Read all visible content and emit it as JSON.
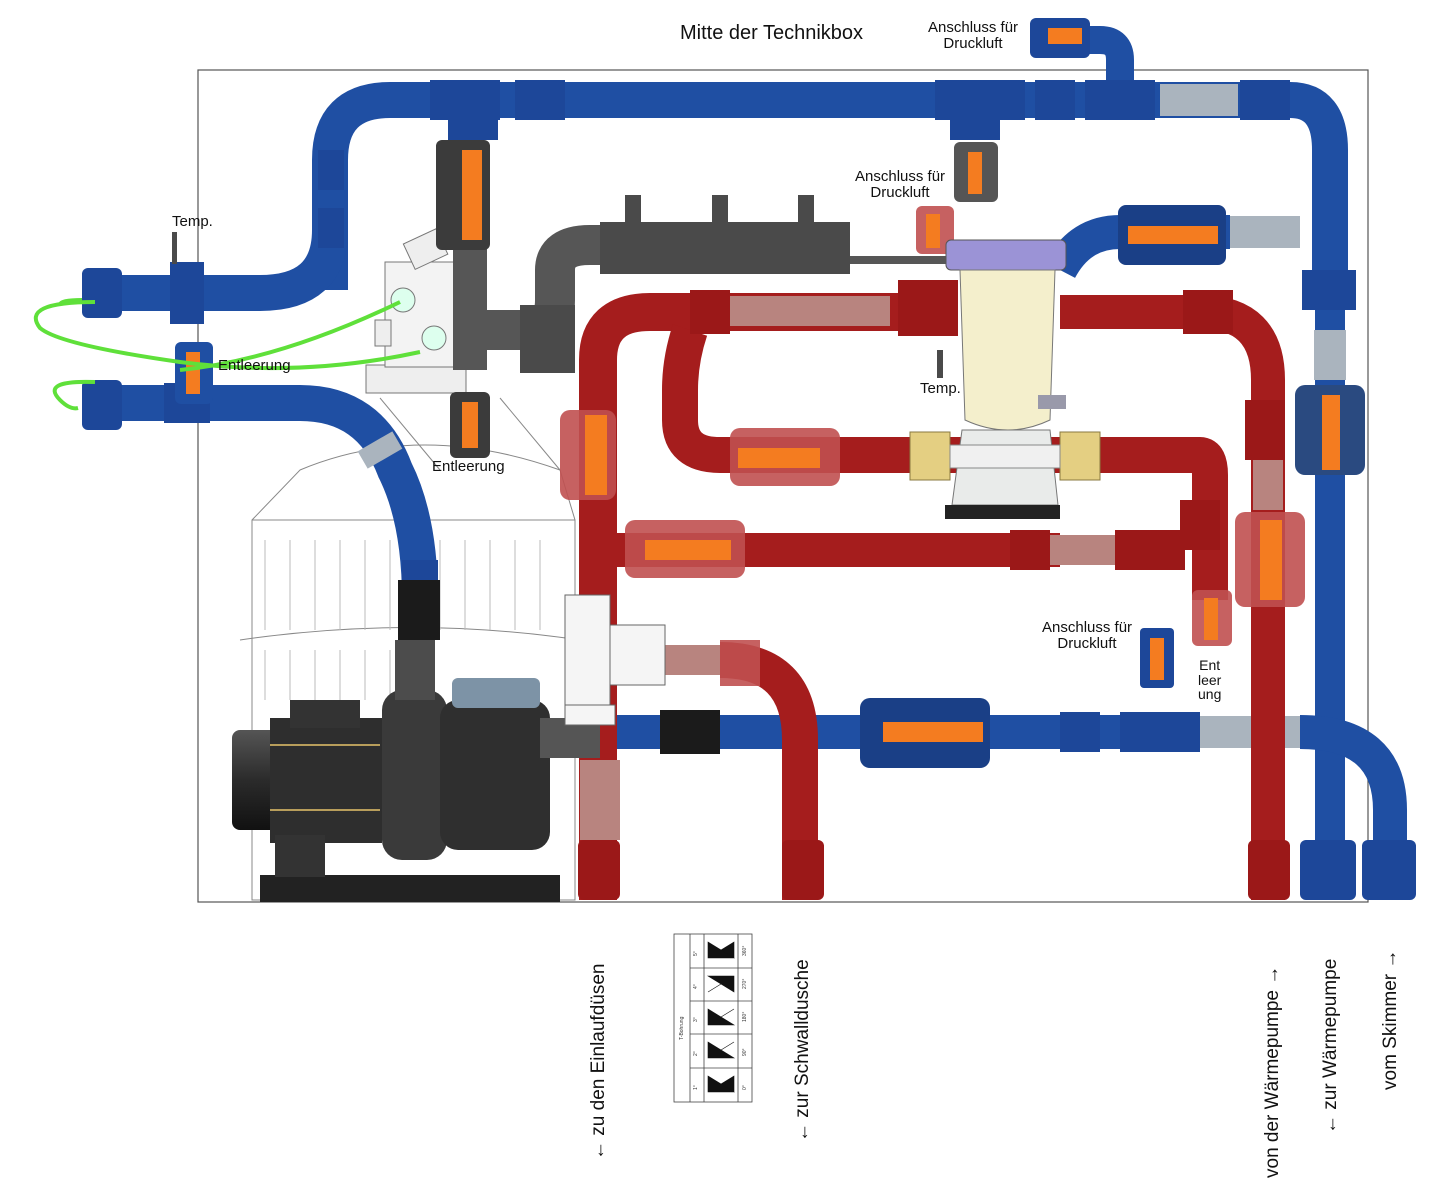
{
  "title": "Mitte der Technikbox",
  "labels": {
    "druckluft_top": [
      "Anschluss für",
      "Druckluft"
    ],
    "druckluft_mid": [
      "Anschluss für",
      "Druckluft"
    ],
    "druckluft_bottom": [
      "Anschluss für",
      "Druckluft"
    ],
    "temp_left": "Temp.",
    "temp_right": "Temp.",
    "entleerung_left": "Entleerung",
    "entleerung_filter": "Entleerung",
    "entleerung_right": [
      "Ent",
      "leer",
      "ung"
    ]
  },
  "outlets": {
    "einlaufduesen": "← zu den Einlaufdüsen",
    "schwalldusche": "← zur Schwalldusche",
    "von_waermepumpe": "von der Wärmepumpe →",
    "zur_waermepumpe": "← zur Wärmepumpe",
    "vom_skimmer": "vom Skimmer →"
  },
  "valve_table": {
    "caption": "T-Bohrung",
    "positions": [
      "1°",
      "2°",
      "3°",
      "4°",
      "5°"
    ],
    "angles": [
      "0°",
      "90°",
      "180°",
      "270°",
      "360°"
    ]
  },
  "colors": {
    "blue_pipe": "#1f4fa3",
    "red_pipe": "#a51d1d",
    "gray_pipe": "#565656",
    "valve_orange": "#f47c20",
    "hose_green": "#5fe03a",
    "transition": "#b0bac4"
  }
}
